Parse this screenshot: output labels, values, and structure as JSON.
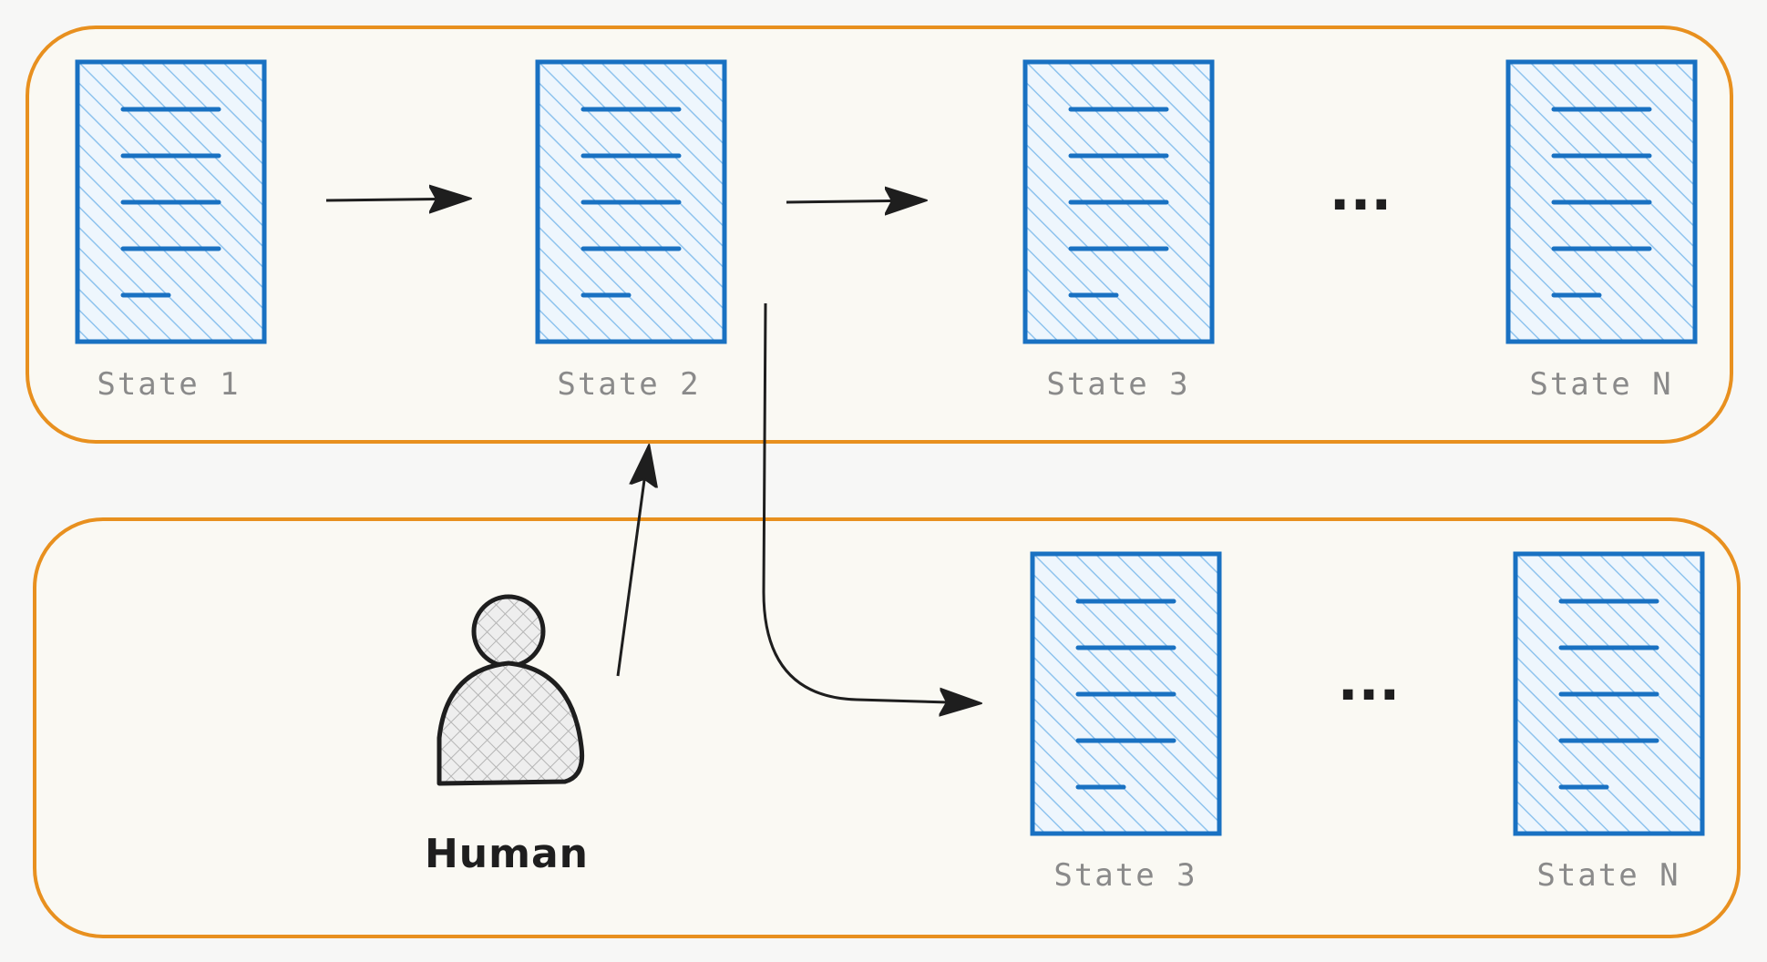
{
  "diagram": {
    "top_row": {
      "states": [
        "State 1",
        "State 2",
        "State 3",
        "State N"
      ],
      "ellipsis": "..."
    },
    "bottom_row": {
      "actor": "Human",
      "states": [
        "State 3",
        "State N"
      ],
      "ellipsis": "..."
    }
  },
  "colors": {
    "background": "#f7f7f6",
    "group_border": "#e8901f",
    "group_fill": "#faf9f3",
    "document_border": "#1971c2",
    "document_hatch": "#a5d0f2",
    "arrow": "#1e1e1e",
    "label": "#8a8a8a"
  },
  "icons": {
    "document": "document-icon",
    "person": "person-icon",
    "arrow": "arrow"
  }
}
